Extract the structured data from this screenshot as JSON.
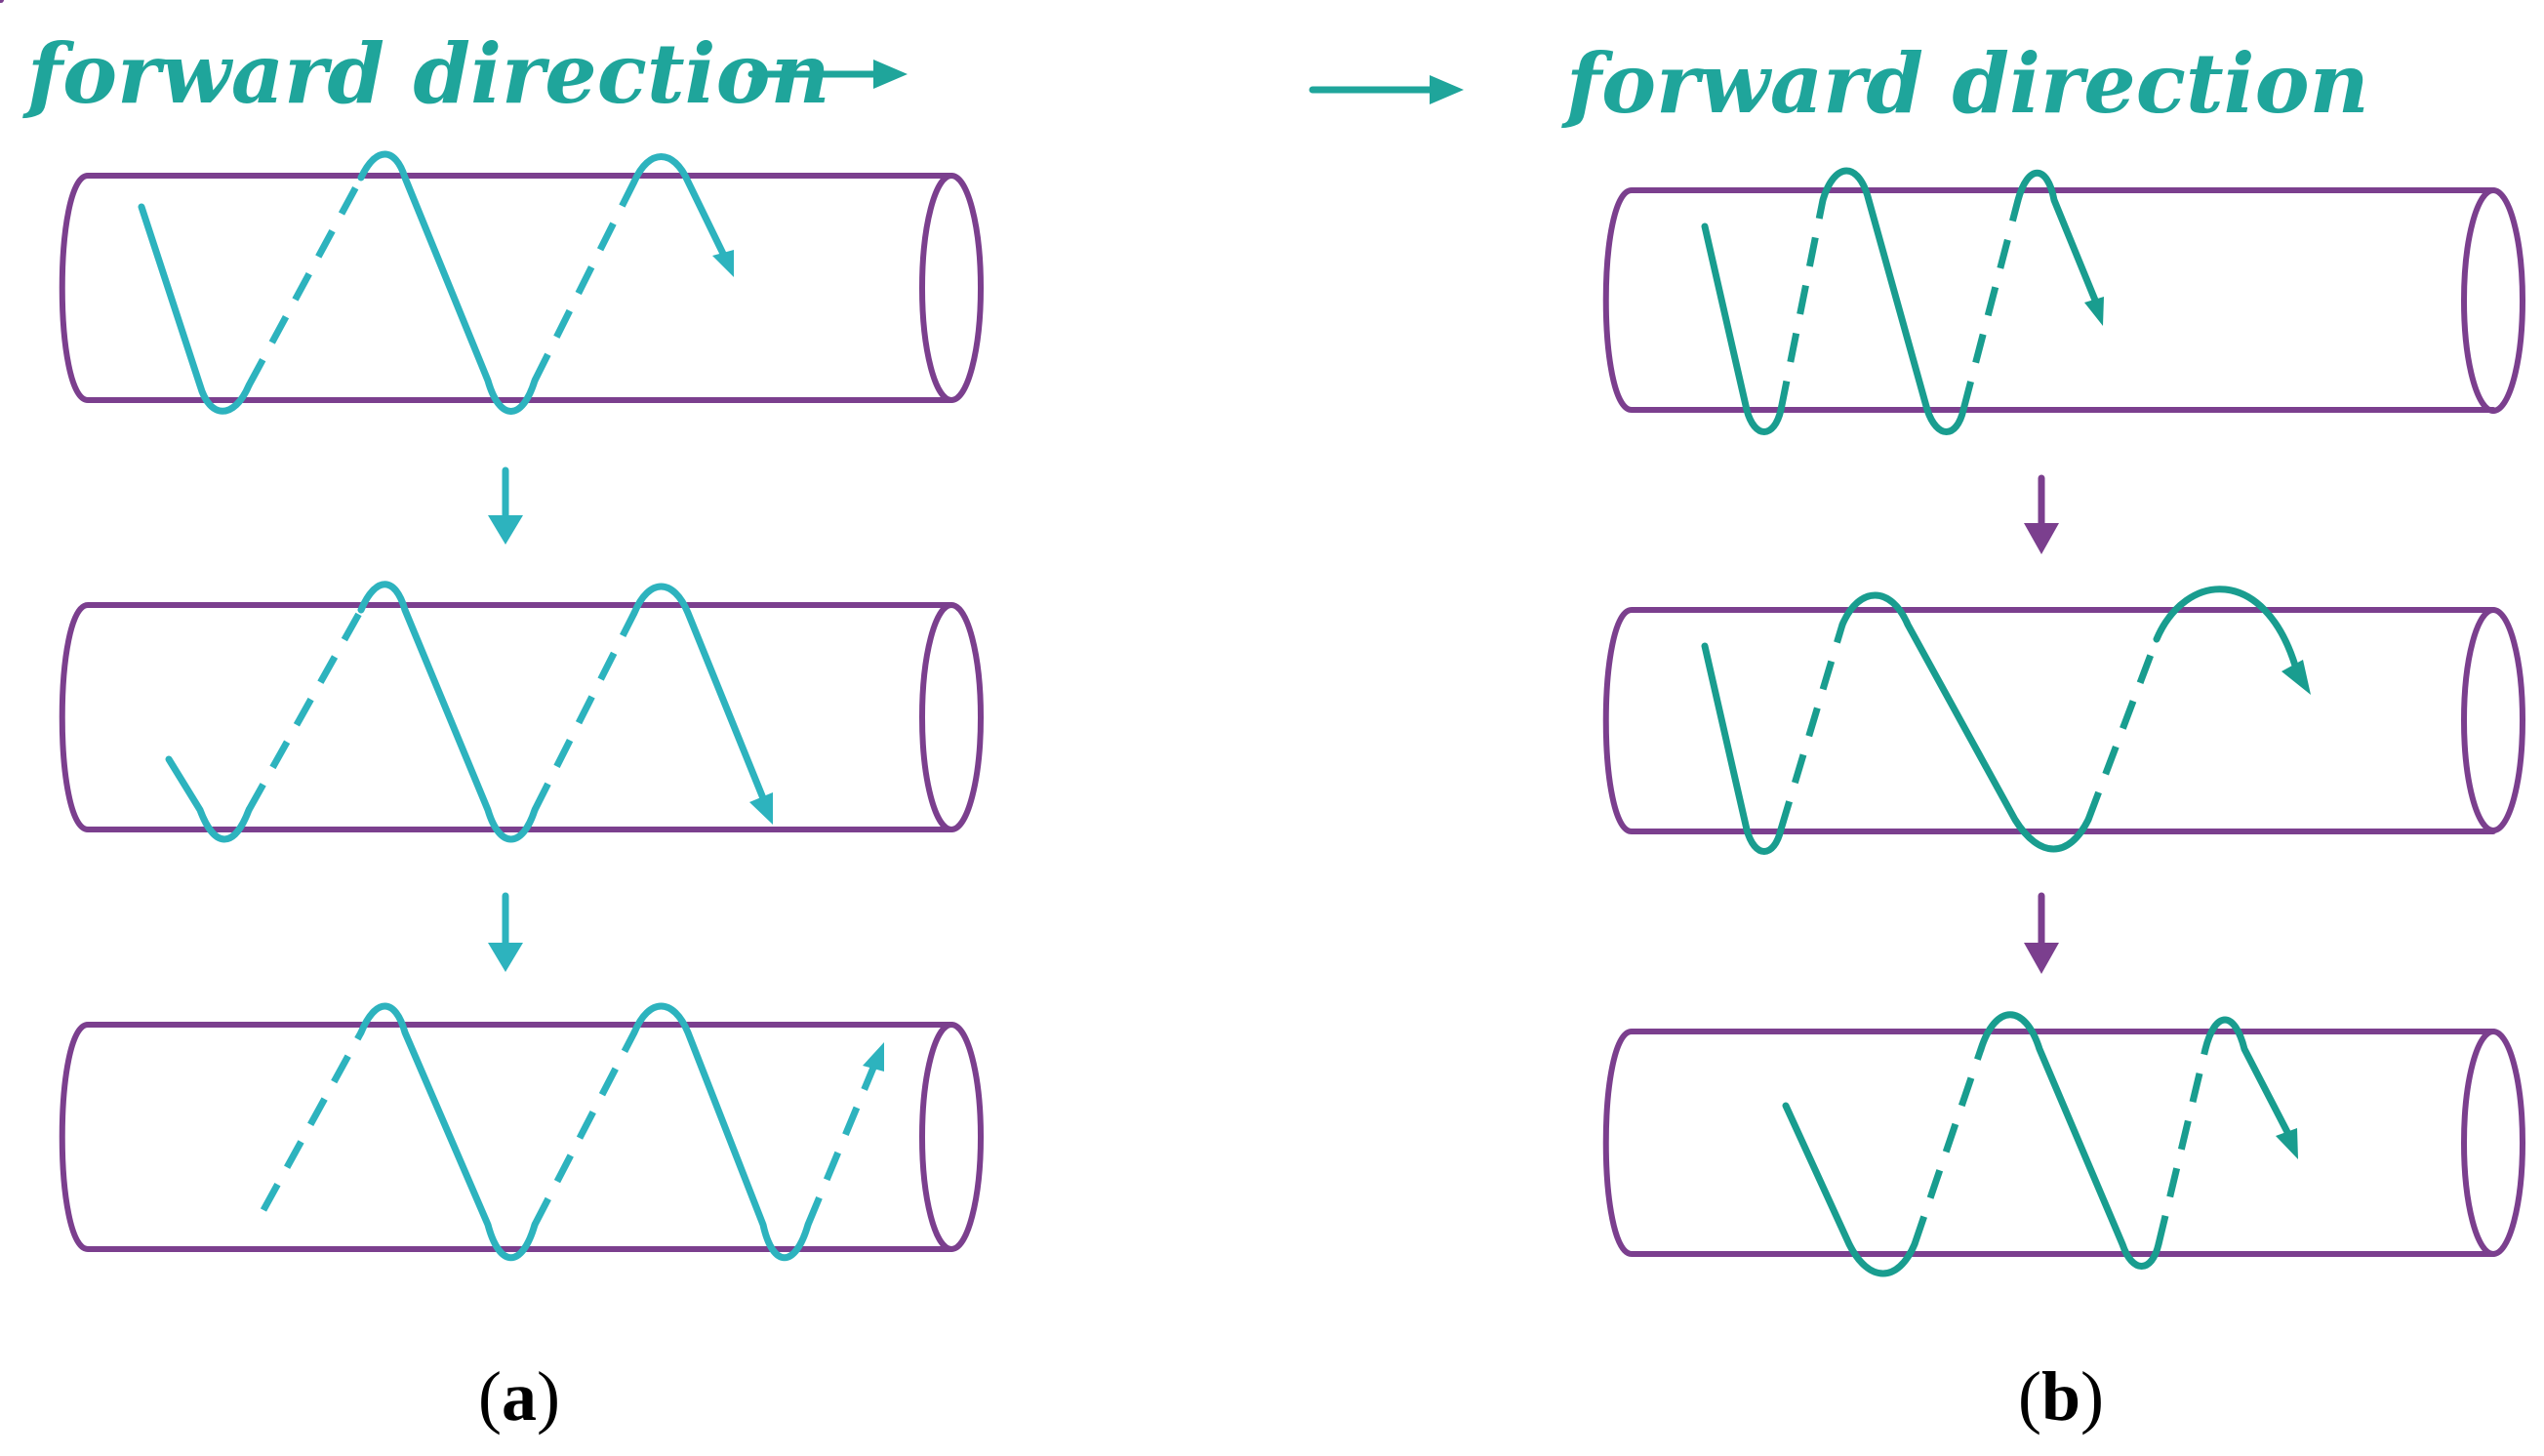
{
  "colors": {
    "tube": "#7b3f8e",
    "wave_a": "#2db3be",
    "wave_b": "#199d8f",
    "title": "#1fa59b",
    "step_arrow_a": "#2db3be",
    "step_arrow_b": "#7b3f8e",
    "caption": "#000000"
  },
  "panels": [
    {
      "id": "a",
      "title": "forward direction",
      "caption_open": "(",
      "caption_label": "a",
      "caption_close": ")",
      "wave_color_key": "wave_a",
      "step_arrow_color_key": "step_arrow_a"
    },
    {
      "id": "b",
      "title": "forward direction",
      "caption_open": "(",
      "caption_label": "b",
      "caption_close": ")",
      "wave_color_key": "wave_b",
      "step_arrow_color_key": "step_arrow_b"
    }
  ]
}
